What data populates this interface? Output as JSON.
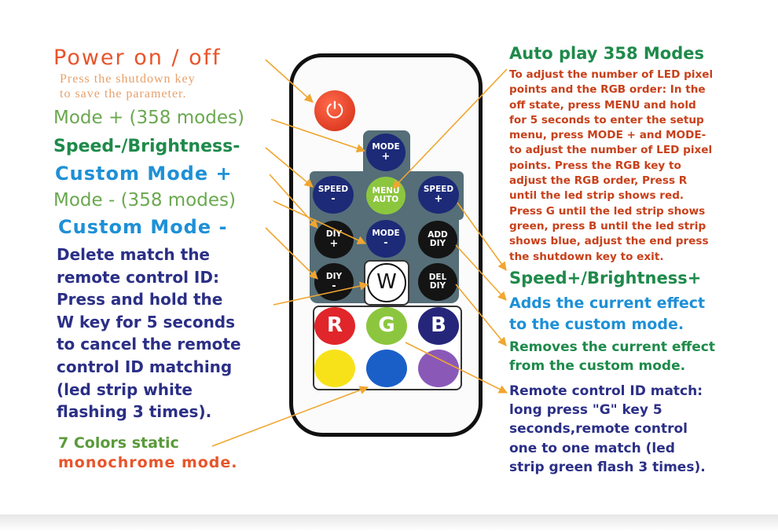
{
  "left_labels": {
    "power_title": "Power  on / off",
    "power_sub1": "Press the shutdown key",
    "power_sub2": "to save the parameter.",
    "mode_plus": "Mode + (358 modes)",
    "speed_minus": "Speed-/Brightness-",
    "custom_plus": "Custom Mode +",
    "mode_minus": "Mode - (358 modes)",
    "custom_minus": "Custom Mode -",
    "delete_lines": [
      "Delete match the",
      "remote control ID:",
      "Press and hold the",
      "W key for 5 seconds",
      "to cancel the remote",
      "control ID matching",
      "(led strip white",
      "flashing 3 times)."
    ],
    "colors_line1": "7 Colors static",
    "colors_line2": "monochrome mode."
  },
  "right_labels": {
    "auto_title": "Auto play 358 Modes",
    "auto_lines": [
      "To adjust the number of LED pixel",
      "points and the RGB order: In the",
      "off state, press MENU and hold",
      "for 5 seconds to enter the setup",
      "menu, press MODE + and MODE-",
      "to adjust the number of LED pixel",
      "points. Press the RGB key to",
      "adjust the RGB order, Press R",
      "until the led strip shows red.",
      "Press G until the led strip shows",
      "green, press B until the led strip",
      "shows blue, adjust the end press",
      "the shutdown key to exit."
    ],
    "speed_plus": "Speed+/Brightness+",
    "adds_line1": "Adds the current effect",
    "adds_line2": "to the custom mode.",
    "removes_line1": "Removes the current effect",
    "removes_line2": "from the custom mode.",
    "match_lines": [
      "Remote control ID match:",
      "long press \"G\" key 5",
      "seconds,remote control",
      "one to one match (led",
      "strip green flash 3 times)."
    ]
  },
  "remote": {
    "power_symbol": "⏻",
    "mode_plus_1": "MODE",
    "mode_plus_2": "+",
    "speed_minus_1": "SPEED",
    "speed_minus_2": "-",
    "menu_1": "MENU",
    "menu_2": "AUTO",
    "speed_plus_1": "SPEED",
    "speed_plus_2": "+",
    "diy_plus_1": "DIY",
    "diy_plus_2": "+",
    "mode_minus_1": "MODE",
    "mode_minus_2": "-",
    "add_diy_1": "ADD",
    "add_diy_2": "DIY",
    "diy_minus_1": "DIY",
    "diy_minus_2": "-",
    "w": "W",
    "del_diy_1": "DEL",
    "del_diy_2": "DIY",
    "r": "R",
    "g": "G",
    "b": "B"
  },
  "colors": {
    "arrow": "#f0a630",
    "navy": "#2b2f86",
    "blue": "#1e90d6",
    "green": "#1e8a4a",
    "olive": "#6aa84f",
    "orange_red": "#c8401a",
    "panel": "#556e78",
    "btn_navy": "#1c2a78",
    "btn_black": "#141414",
    "power_red": "#e03a22",
    "menu_green": "#8cc63f",
    "r": "#e0262a",
    "g": "#8cc63f",
    "b": "#25267a",
    "yellow": "#f7e21a",
    "blue_btn": "#1a5fc8",
    "purple": "#8a59b8"
  }
}
